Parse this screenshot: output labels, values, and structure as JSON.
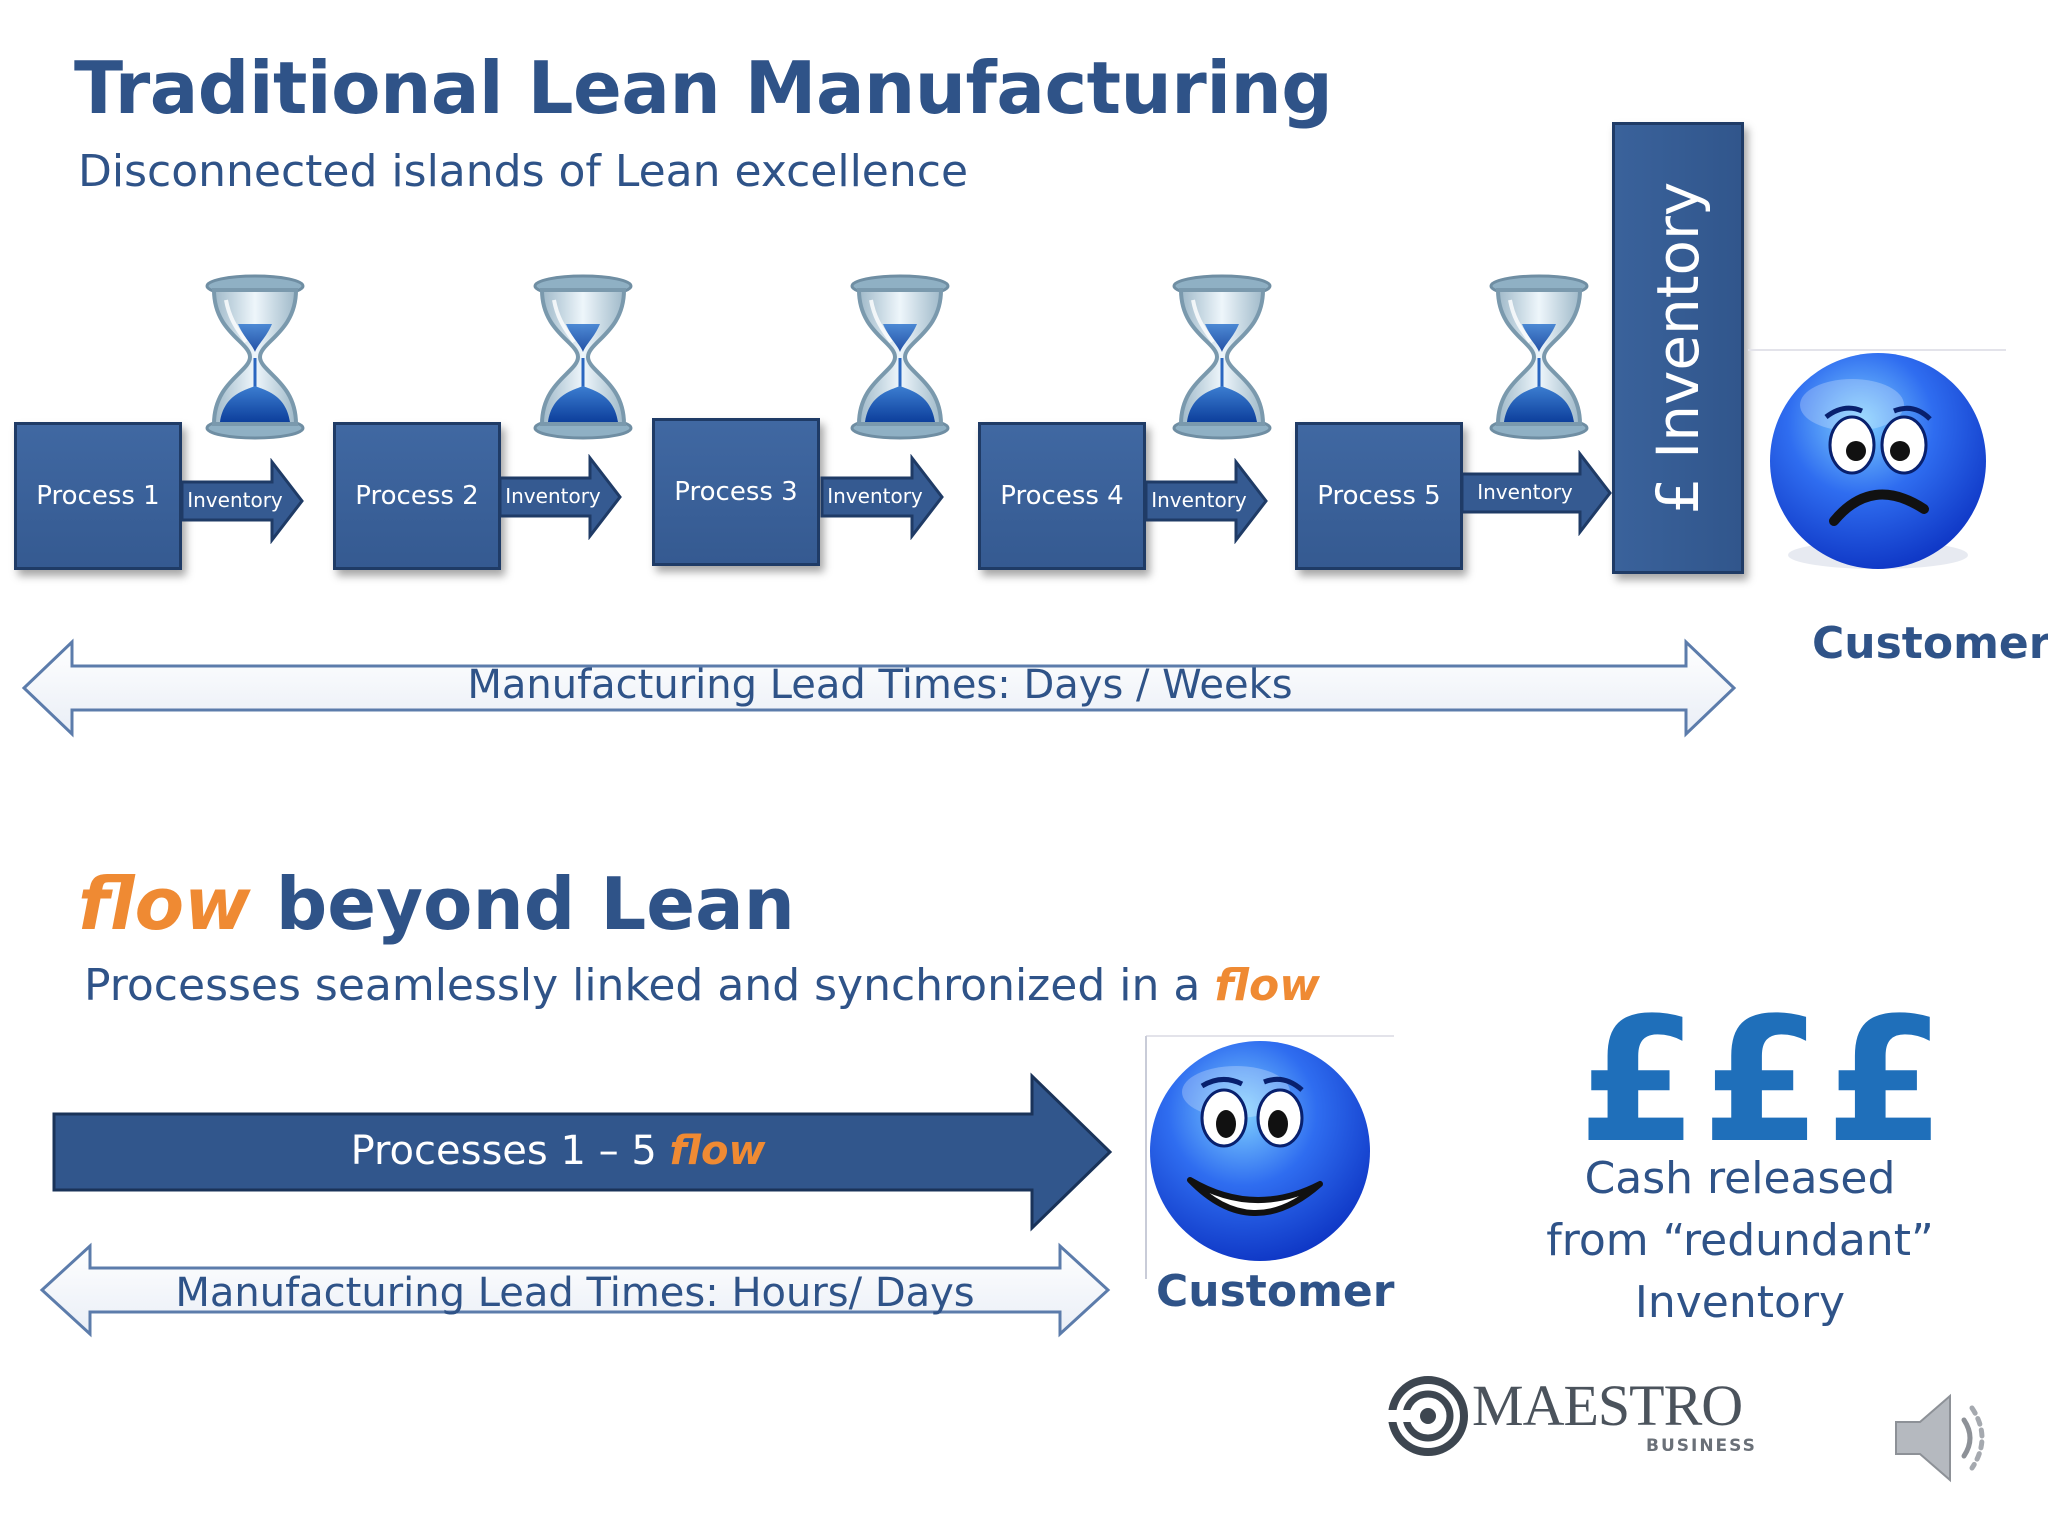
{
  "top": {
    "title": "Traditional Lean Manufacturing",
    "subtitle": "Disconnected islands of Lean excellence",
    "processes": [
      "Process 1",
      "Process 2",
      "Process 3",
      "Process 4",
      "Process 5"
    ],
    "inventory_labels": [
      "Inventory",
      "Inventory",
      "Inventory",
      "Inventory",
      "Inventory"
    ],
    "inventory_bar": "£ Inventory",
    "lead_time": "Manufacturing Lead Times: Days / Weeks",
    "customer": "Customer"
  },
  "bottom": {
    "title_flow": "flow",
    "title_rest": " beyond Lean",
    "subtitle_prefix": "Processes seamlessly linked and synchronized in a ",
    "subtitle_flow": "flow",
    "flow_arrow_prefix": "Processes 1 – 5  ",
    "flow_arrow_flow": "flow",
    "lead_time": "Manufacturing Lead Times: Hours/ Days",
    "customer": "Customer"
  },
  "cash": {
    "symbols": "£££",
    "line1": "Cash  released",
    "line2": "from “redundant”",
    "line3": "Inventory"
  },
  "logo": {
    "name": "MAESTRO",
    "sub": "BUSINESS"
  },
  "icons": {
    "hourglass": "hourglass-icon",
    "sad_face": "sad-face-icon",
    "happy_face": "happy-face-icon",
    "speaker": "speaker-icon"
  },
  "colors": {
    "primary": "#2f5388",
    "process_fill": "#3a629b",
    "accent_orange": "#ef8a33",
    "cash_blue": "#1f6fba"
  }
}
